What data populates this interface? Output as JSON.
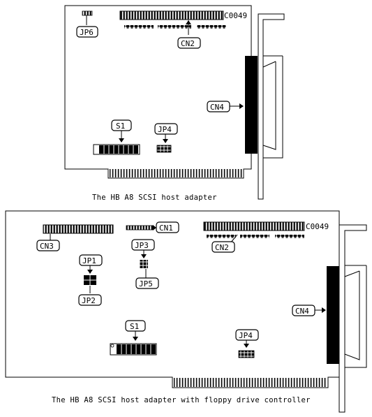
{
  "diagram_top": {
    "caption": "The HB A8 SCSI host adapter",
    "part_number": "C0049",
    "labels": {
      "jp6": "JP6",
      "cn2": "CN2",
      "cn4": "CN4",
      "s1": "S1",
      "jp4": "JP4"
    }
  },
  "diagram_bottom": {
    "caption": "The HB A8 SCSI host adapter with floppy drive controller",
    "part_number": "C0049",
    "labels": {
      "cn1": "CN1",
      "cn2": "CN2",
      "cn3": "CN3",
      "cn4": "CN4",
      "jp1": "JP1",
      "jp2": "JP2",
      "jp3": "JP3",
      "jp4": "JP4",
      "jp5": "JP5",
      "s1": "S1"
    }
  }
}
